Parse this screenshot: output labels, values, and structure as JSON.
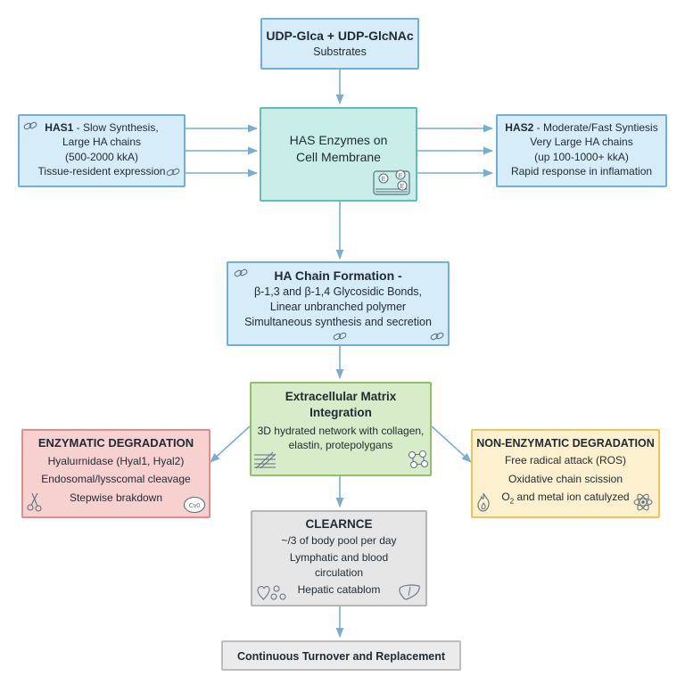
{
  "substrates": {
    "title": "UDP-Glca + UDP-GlcNAc",
    "subtitle": "Substrates"
  },
  "has_enzymes": {
    "title_line1": "HAS Enzymes on",
    "title_line2": "Cell Membrane"
  },
  "has1": {
    "name": "HAS1",
    "line1_rest": " - Slow Synthesis,",
    "line2": "Large HA chains",
    "line3": "(500-2000 kkA)",
    "line4": "Tissue-resident expression"
  },
  "has2": {
    "name": "HAS2",
    "line1_rest": " - Moderate/Fast Syntiesis",
    "line2": "Very Large HA chains",
    "line3": "(up 100-1000+ kkA)",
    "line4": "Rapid response in inflamation"
  },
  "chain_formation": {
    "title": "HA Chain Formation -",
    "line1": "β-1,3 and β-1,4 Glycosidic Bonds,",
    "line2": "Linear unbranched polymer",
    "line3": "Simultaneous synthesis and secretion"
  },
  "ecm": {
    "title_line1": "Extracellular Matrix",
    "title_line2": "Integration",
    "line1": "3D hydrated network with collagen,",
    "line2": "elastin, protepolygans"
  },
  "enzymatic": {
    "title": "ENZYMATIC DEGRADATION",
    "line1": "Hyaluırnidase (Hyal1, Hyal2)",
    "line2": "Endosomal/lysscomal cleavage",
    "line3": "Stepwise brakdown",
    "badge": "Cv0"
  },
  "nonenzymatic": {
    "title": "NON-ENZYMATIC DEGRADATION",
    "line1": "Free radical attack (ROS)",
    "line2": "Oxidative chain scission",
    "line3_a": "O",
    "line3_sub": "2",
    "line3_b": " and metal ion catulyzed"
  },
  "clearance": {
    "title": "CLEARNCE",
    "line1": "~/3 of body pool per day",
    "line2": "Lymphatic and blood",
    "line3": "circulation",
    "line4": "Hepatic catablom"
  },
  "turnover": {
    "title": "Continuous Turnover and Replacement"
  },
  "icons": {
    "enzyme_badge_letter": "E",
    "colors": {
      "arrow": "#7aaed0",
      "icon_stroke": "#5b6f7c"
    }
  }
}
